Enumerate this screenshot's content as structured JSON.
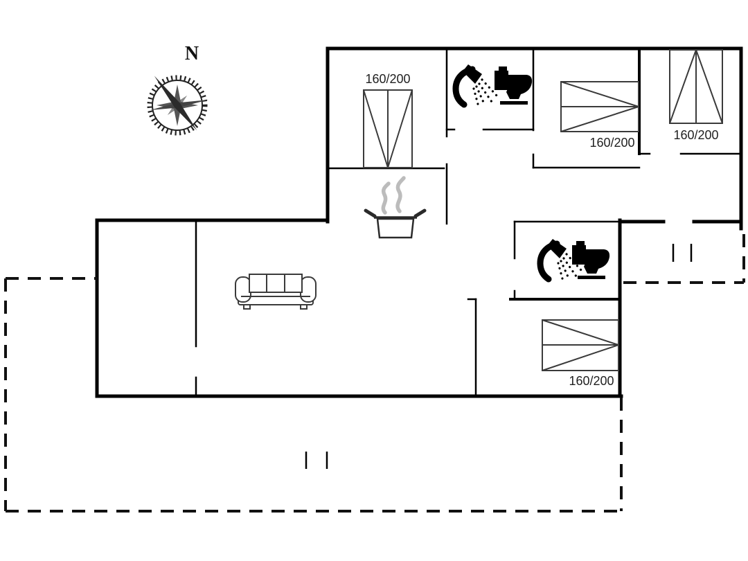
{
  "compass": {
    "label": "N"
  },
  "bed_labels": {
    "top_left": "160/200",
    "top_middle_right": "160/200",
    "top_right": "160/200",
    "bottom_right": "160/200"
  },
  "icons": {
    "compass": "compass-rose-icon",
    "shower": "shower-icon",
    "toilet": "toilet-icon",
    "cooking_pot": "cooking-pot-icon",
    "steam": "steam-icon",
    "sofa": "sofa-icon",
    "bed": "double-bed-icon"
  },
  "colors": {
    "background": "#ffffff",
    "walls": "#000000",
    "furniture_outline": "#3a3a3a",
    "steam": "#bcbcbc",
    "text": "#1f1f1f"
  }
}
